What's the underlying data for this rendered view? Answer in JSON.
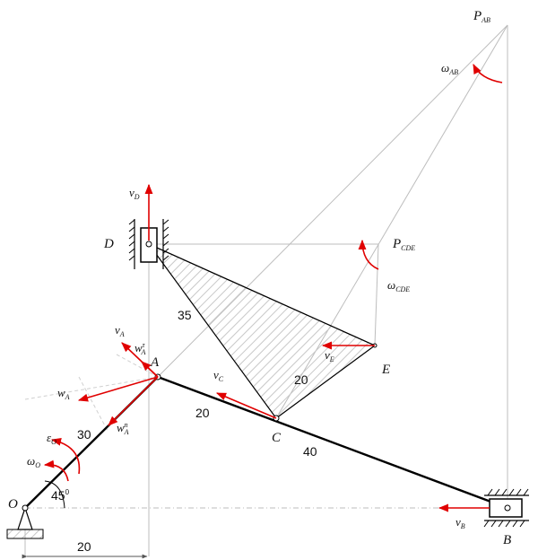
{
  "points": {
    "P_AB": "P",
    "P_AB_sub": "AB",
    "P_CDE": "P",
    "P_CDE_sub": "CDE",
    "A": "A",
    "B": "B",
    "C": "C",
    "D": "D",
    "E": "E",
    "O": "O"
  },
  "vectors": {
    "vD": "v",
    "vD_sub": "D",
    "vA": "v",
    "vA_sub": "A",
    "wA_tau": "w",
    "wA_tau_sub": "A",
    "wA_tau_sup": "τ",
    "wA": "w",
    "wA_sub": "A",
    "wA_n": "w",
    "wA_n_sub": "A",
    "wA_n_sup": "n",
    "vC": "v",
    "vC_sub": "C",
    "vE": "v",
    "vE_sub": "E",
    "vB": "v",
    "vB_sub": "B"
  },
  "angular": {
    "omega_AB": "ω",
    "omega_AB_sub": "AB",
    "omega_CDE": "ω",
    "omega_CDE_sub": "CDE",
    "eps_O": "ε",
    "eps_O_sub": "O",
    "omega_O": "ω",
    "omega_O_sub": "O"
  },
  "dimensions": {
    "DC": "35",
    "CE": "20",
    "AC": "20",
    "CB": "40",
    "OA": "30",
    "angle": "45",
    "angle_sup": "0",
    "bottom": "20"
  },
  "colors": {
    "link": "#000000",
    "construction": "#bdbdbd",
    "vector": "#e00000",
    "hatch": "#c8c8c8"
  }
}
